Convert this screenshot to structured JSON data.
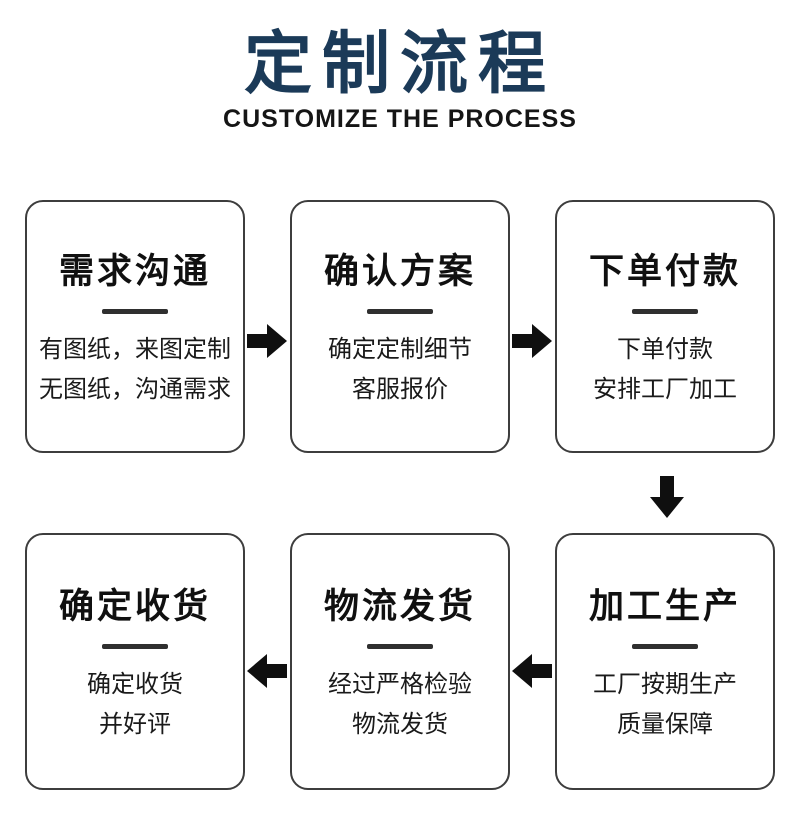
{
  "header": {
    "title": "定制流程",
    "subtitle": "CUSTOMIZE THE PROCESS"
  },
  "colors": {
    "title_navy": "#1b3a58",
    "text_black": "#1a1a1a",
    "arrow_black": "#0f0f0f",
    "card_border": "#3d3d3d"
  },
  "steps": [
    {
      "title": "需求沟通",
      "lines": [
        "有图纸，来图定制",
        "无图纸，沟通需求"
      ]
    },
    {
      "title": "确认方案",
      "lines": [
        "确定定制细节",
        "客服报价"
      ]
    },
    {
      "title": "下单付款",
      "lines": [
        "下单付款",
        "安排工厂加工"
      ]
    },
    {
      "title": "加工生产",
      "lines": [
        "工厂按期生产",
        "质量保障"
      ]
    },
    {
      "title": "物流发货",
      "lines": [
        "经过严格检验",
        "物流发货"
      ]
    },
    {
      "title": "确定收货",
      "lines": [
        "确定收货",
        "并好评"
      ]
    }
  ],
  "flow": {
    "arrows": [
      "right",
      "right",
      "down",
      "left",
      "left"
    ]
  }
}
